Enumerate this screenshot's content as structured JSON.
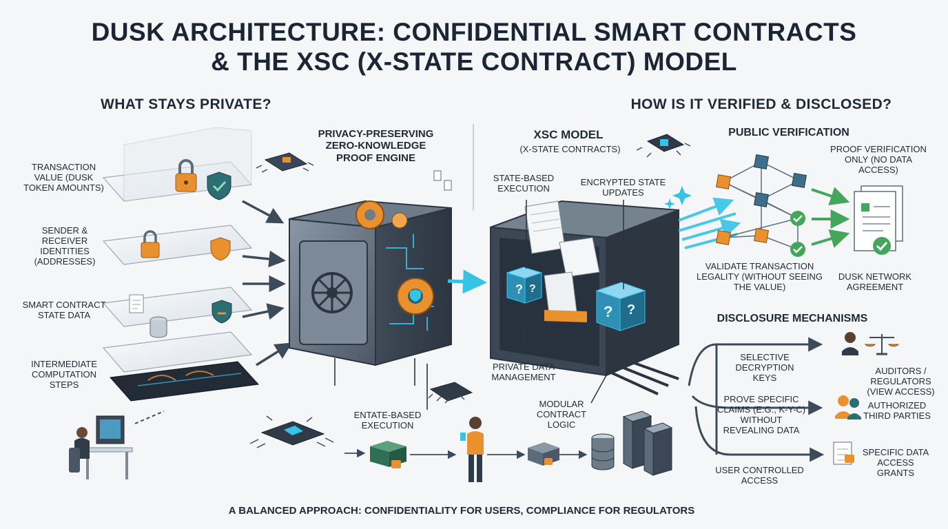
{
  "header": {
    "title_line1": "DUSK ARCHITECTURE: CONFIDENTIAL SMART CONTRACTS",
    "title_line2": "& THE XSC (X-STATE CONTRACT) MODEL"
  },
  "left": {
    "heading": "WHAT STAYS PRIVATE?",
    "items": [
      "TRANSACTION VALUE (DUSK TOKEN AMOUNTS)",
      "SENDER & RECEIVER IDENTITIES (ADDRESSES)",
      "SMART CONTRACT STATE DATA",
      "INTERMEDIATE COMPUTATION STEPS"
    ]
  },
  "engine": {
    "title": "PRIVACY-PRESERVING ZERO-KNOWLEDGE PROOF ENGINE"
  },
  "xsc": {
    "title": "XSC MODEL",
    "subtitle": "(X-STATE CONTRACTS)",
    "state_based": "STATE-BASED EXECUTION",
    "encrypted": "ENCRYPTED STATE UPDATES",
    "private_mgmt": "PRIVATE DATA MANAGEMENT",
    "modular": "MODULAR CONTRACT LOGIC"
  },
  "bottom": {
    "entate": "ENTATE-BASED EXECUTION"
  },
  "right": {
    "heading": "HOW IS IT VERIFIED & DISCLOSED?",
    "public_verification": "PUBLIC VERIFICATION",
    "proof_only": "PROOF VERIFICATION ONLY (NO DATA ACCESS)",
    "validate": "VALIDATE TRANSACTION LEGALITY (WITHOUT SEEING THE VALUE)",
    "agreement": "DUSK NETWORK AGREEMENT",
    "disclosure": "DISCLOSURE MECHANISMS",
    "selective": "SELECTIVE DECRYPTION KEYS",
    "prove": "PROVE SPECIFIC CLAIMS (e.g., K-Y-C) WITHOUT REVEALING DATA",
    "user_controlled": "USER CONTROLLED ACCESS",
    "auditors": "AUDITORS / REGULATORS (VIEW ACCESS)",
    "third_parties": "AUTHORIZED THIRD PARTIES",
    "grants": "SPECIFIC DATA ACCESS GRANTS"
  },
  "footer": {
    "text": "A BALANCED APPROACH: CONFIDENTIALITY FOR USERS, COMPLIANCE FOR REGULATORS"
  },
  "colors": {
    "accent_orange": "#e9902f",
    "accent_cyan": "#36c3e8",
    "accent_green": "#43a65a",
    "steel": "#5c6b7a",
    "dark": "#2b3440"
  },
  "icons": [
    "lock-icon",
    "shield-check-icon",
    "gear-icon",
    "vault-icon",
    "chip-icon",
    "question-cube-icon",
    "database-icon",
    "server-icon",
    "document-icon",
    "scales-icon",
    "person-icon",
    "check-icon"
  ]
}
